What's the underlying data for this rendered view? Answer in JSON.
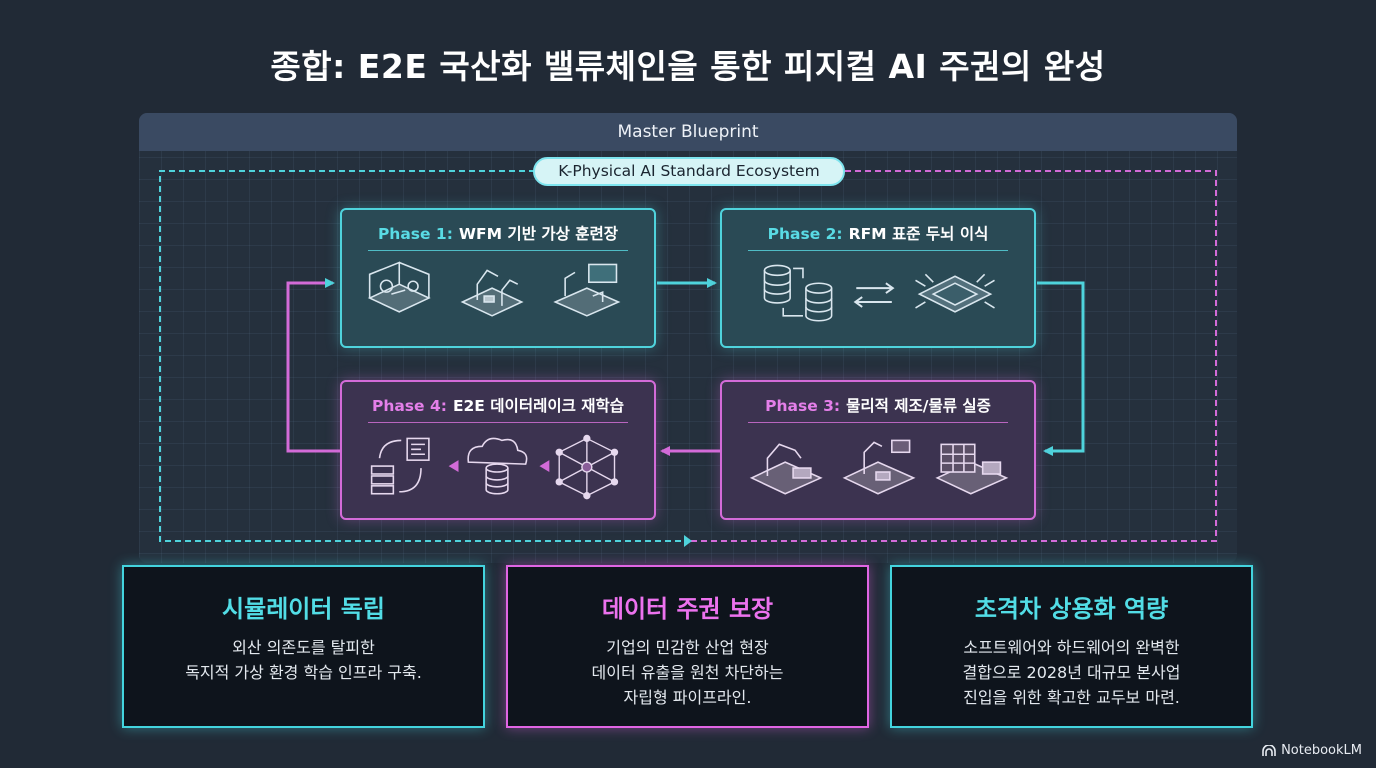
{
  "title": "종합: E2E 국산화 밸류체인을 통한 피지컬 AI 주권의 완성",
  "blueprint": {
    "header": "Master Blueprint",
    "ecosystem_label": "K-Physical AI Standard Ecosystem"
  },
  "phases": [
    {
      "number": "Phase 1:",
      "title": "WFM 기반 가상 훈련장",
      "color": "#4fd3dc",
      "icons": [
        "virtual-room-icon",
        "robot-arms-icon",
        "workstation-icon"
      ]
    },
    {
      "number": "Phase 2:",
      "title": "RFM 표준 두뇌 이식",
      "color": "#4fd3dc",
      "icons": [
        "database-sync-icon",
        "transfer-arrows-icon",
        "ai-chip-icon"
      ]
    },
    {
      "number": "Phase 3:",
      "title": "물리적 제조/물류 실증",
      "color": "#d36bd8",
      "icons": [
        "manufacturing-robot-icon",
        "factory-line-icon",
        "warehouse-icon"
      ]
    },
    {
      "number": "Phase 4:",
      "title": "E2E 데이터레이크 재학습",
      "color": "#d36bd8",
      "icons": [
        "data-cycle-icon",
        "cloud-database-icon",
        "neural-network-icon"
      ]
    }
  ],
  "cards": [
    {
      "title": "시뮬레이터 독립",
      "body": "외산 의존도를 탈피한\n독지적 가상 환경 학습 인프라 구축.",
      "color": "#43d4de"
    },
    {
      "title": "데이터 주권 보장",
      "body": "기업의 민감한 산업 현장\n데이터 유출을 원천 차단하는\n자립형 파이프라인.",
      "color": "#e065e4"
    },
    {
      "title": "초격차 상용화 역량",
      "body": "소프트웨어와 하드웨어의 완벽한\n결합으로 2028년 대규모 본사업\n진입을 위한 확고한 교두보 마련.",
      "color": "#43d4de"
    }
  ],
  "branding": "NotebookLM"
}
